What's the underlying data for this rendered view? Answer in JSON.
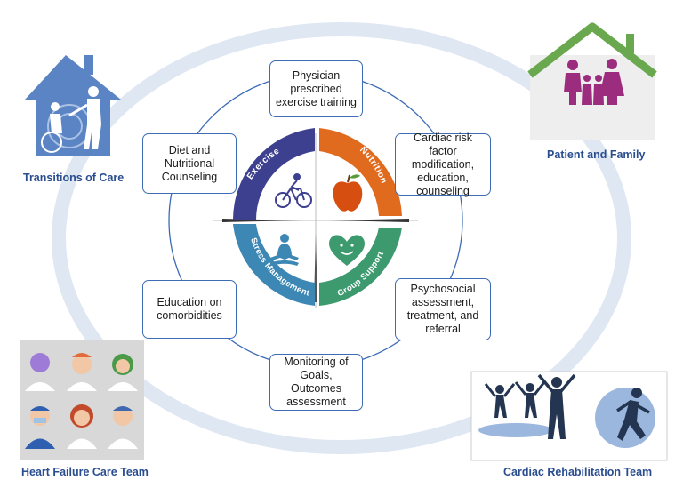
{
  "segments": {
    "exercise": {
      "label": "Exercise",
      "color": "#3d3f8f",
      "icon": "bicycle-icon"
    },
    "nutrition": {
      "label": "Nutrition",
      "color": "#e06a1d",
      "icon": "apple-icon"
    },
    "stress": {
      "label": "Stress Management",
      "color": "#3c87b4",
      "icon": "meditation-icon"
    },
    "group": {
      "label": "Group Support",
      "color": "#3d9a6f",
      "icon": "heart-smile-icon"
    }
  },
  "boxes": {
    "physician": "Physician prescribed exercise training",
    "risk_factor": "Cardiac risk factor modification, education, counseling",
    "psychosocial": "Psychosocial assessment, treatment, and referral",
    "monitoring": "Monitoring of Goals, Outcomes assessment",
    "comorbidities": "Education on comorbidities",
    "diet": "Diet and Nutritional Counseling"
  },
  "corners": {
    "transitions": "Transitions of Care",
    "patient_family": "Patient and Family",
    "hf_team": "Heart Failure Care Team",
    "rehab_team": "Cardiac Rehabilitation Team"
  },
  "colors": {
    "ring": "#dfe7f3",
    "connector": "#3d6cb5",
    "label_text": "#2a4d8f",
    "house_blue": "#5b84c4",
    "roof_green": "#6aa84f",
    "family_purple": "#9b2c7e"
  }
}
